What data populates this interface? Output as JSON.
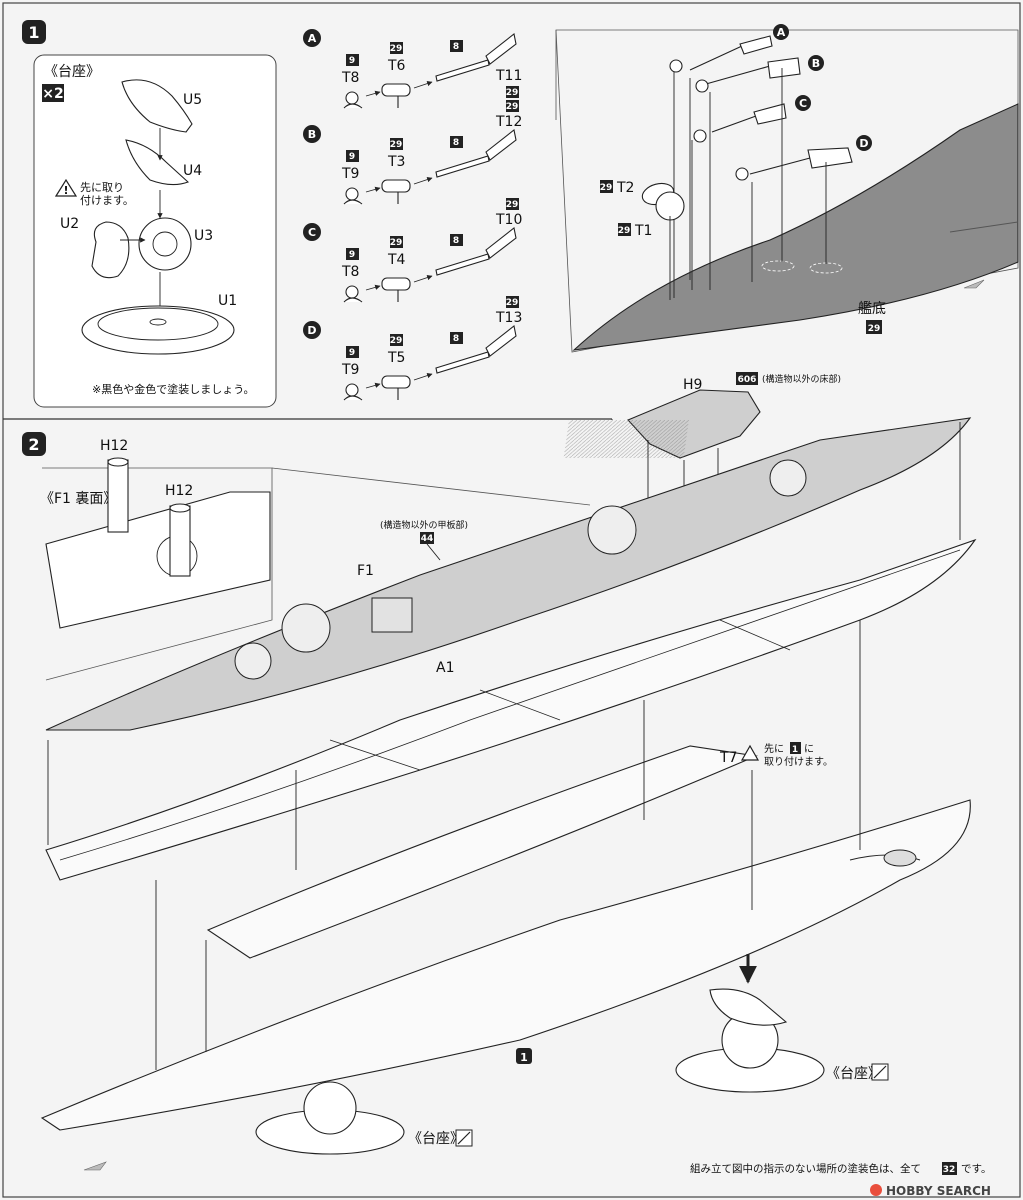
{
  "step1": {
    "number": "1",
    "stand_box": {
      "title": "《台座》",
      "multiplier": "×2",
      "note": "先に取り\n付けます。",
      "parts": [
        "U5",
        "U4",
        "U2",
        "U3",
        "U1"
      ],
      "paint_note": "※黒色や金色で塗装しましょう。"
    },
    "assemblies": [
      {
        "letter": "A",
        "mount": "T8",
        "mount_color": "9",
        "arm": "T6",
        "arm_color": "29",
        "shaft_color": "8",
        "fin": "T11",
        "fin_color": "29"
      },
      {
        "letter": "B",
        "mount": "T9",
        "mount_color": "9",
        "arm": "T3",
        "arm_color": "29",
        "shaft_color": "8",
        "fin": "T12",
        "fin_color": "29"
      },
      {
        "letter": "C",
        "mount": "T8",
        "mount_color": "9",
        "arm": "T4",
        "arm_color": "29",
        "shaft_color": "8",
        "fin": "T10",
        "fin_color": "29"
      },
      {
        "letter": "D",
        "mount": "T9",
        "mount_color": "9",
        "arm": "T5",
        "arm_color": "29",
        "shaft_color": "8",
        "fin": "T13",
        "fin_color": "29"
      }
    ],
    "hull_detail": {
      "letters": [
        "A",
        "B",
        "C",
        "D"
      ],
      "t2": "T2",
      "t2_color": "29",
      "t1": "T1",
      "t1_color": "29",
      "bottom_label": "艦底",
      "bottom_color": "29"
    }
  },
  "step2": {
    "number": "2",
    "inset_title": "《F1 裏面》",
    "h12_a": "H12",
    "h12_b": "H12",
    "h9": "H9",
    "h9_color": "606",
    "h9_note": "(構造物以外の床部)",
    "f1_note": "(構造物以外の甲板部)",
    "f1_color": "44",
    "f1": "F1",
    "a1": "A1",
    "t7": "T7",
    "t7_note_a": "先に",
    "t7_note_ref": "1",
    "t7_note_b": "に",
    "t7_note_c": "取り付けます。",
    "step_ref": "1",
    "stand_label": "《台座》",
    "footer_a": "組み立て図中の指示のない場所の塗装色は、全て",
    "footer_color": "32",
    "footer_b": "です。",
    "watermark": "HOBBY SEARCH"
  },
  "colors": {
    "badge": "#222222",
    "hull_bottom": "#8c8c8c",
    "deck": "#cfcfcf"
  }
}
